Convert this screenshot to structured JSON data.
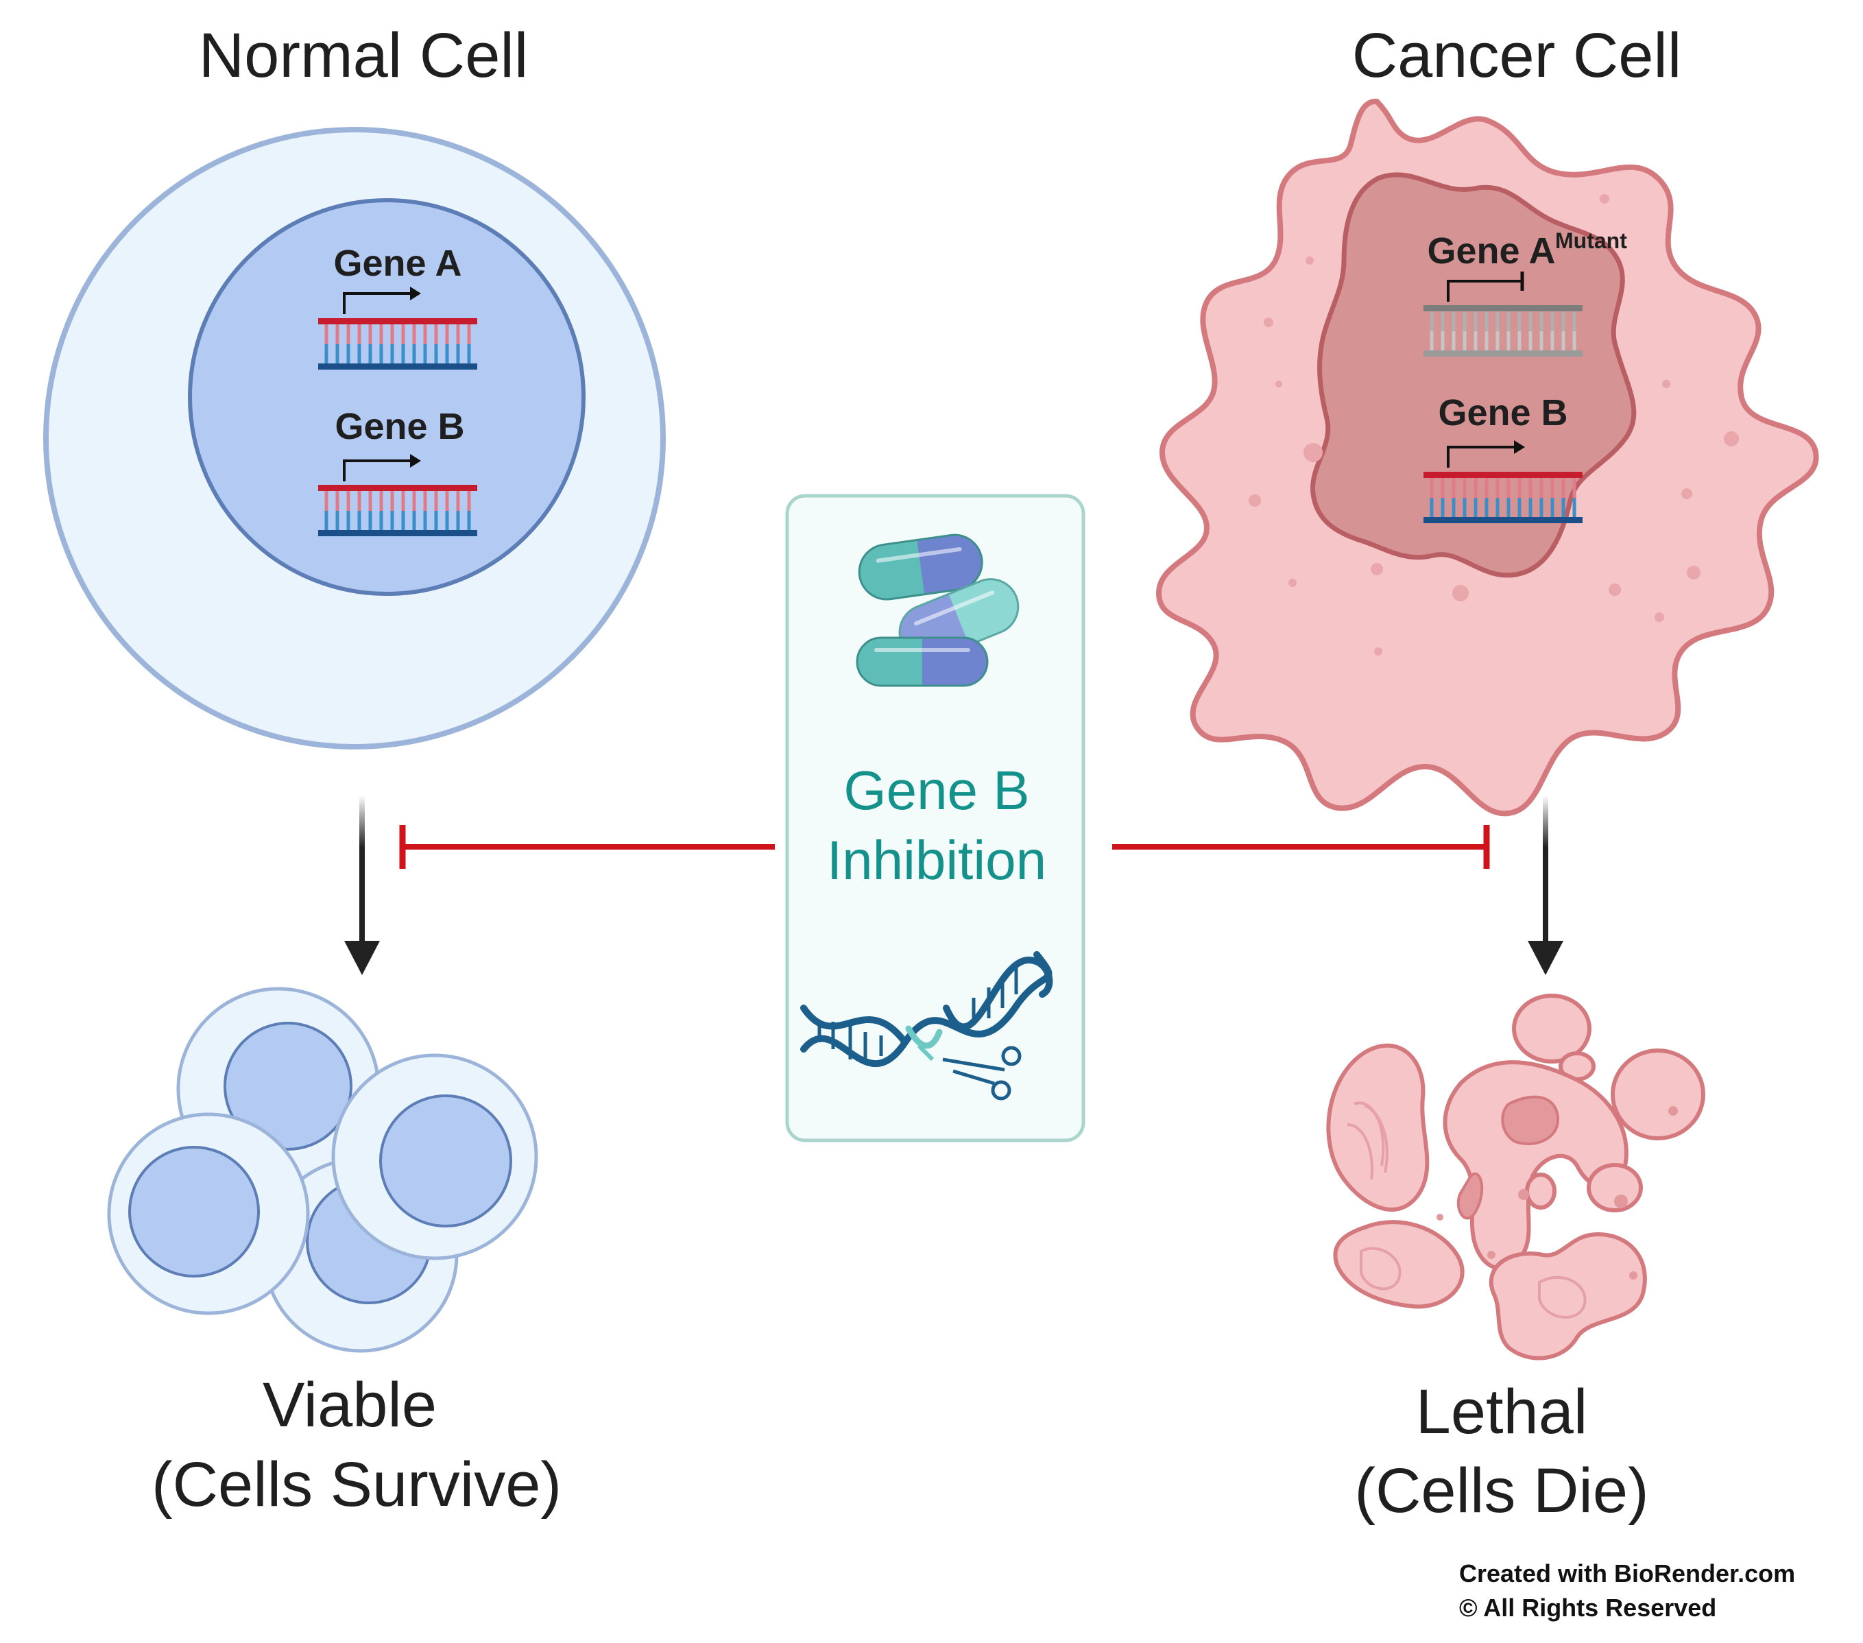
{
  "normal_cell": {
    "title": "Normal Cell",
    "gene_a_label": "Gene A",
    "gene_b_label": "Gene B",
    "outcome_line1": "Viable",
    "outcome_line2": "(Cells Survive)"
  },
  "cancer_cell": {
    "title": "Cancer Cell",
    "gene_a_label": "Gene A",
    "gene_a_superscript": "Mutant",
    "gene_b_label": "Gene B",
    "outcome_line1": "Lethal",
    "outcome_line2": "(Cells Die)"
  },
  "treatment": {
    "line1": "Gene B",
    "line2": "Inhibition"
  },
  "credit": {
    "line1": "Created with BioRender.com",
    "line2": "© All Rights Reserved"
  },
  "colors": {
    "normal_outer": "#eaf4fd",
    "normal_outer_stroke": "#9db4da",
    "normal_nucleus": "#b3cbf2",
    "normal_nucleus_stroke": "#5c7db6",
    "cancer_body": "#f5c5c8",
    "cancer_stroke": "#d47a7f",
    "cancer_nucleus": "#d69393",
    "cancer_nucleus_stroke": "#b95f63",
    "inhibition": "#d0121b",
    "teal_text": "#13918a",
    "treatment_box": "#f3fcfa",
    "treatment_box_stroke": "#a9d5cc"
  },
  "icons": {
    "pills": "capsule-pills-icon",
    "crispr": "dna-scissors-icon",
    "viable": "healthy-cells-icon",
    "lethal": "dying-cell-fragments-icon"
  }
}
